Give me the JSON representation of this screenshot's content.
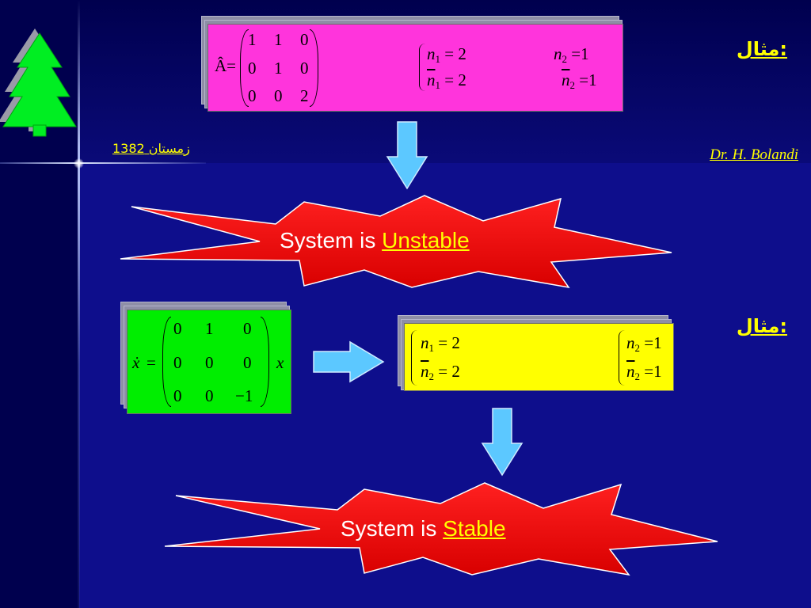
{
  "header": {
    "year_label": "زمستان 1382",
    "author": "Dr. H.  Bolandi",
    "example_label_1": "مثال:",
    "example_label_2": "مثال:"
  },
  "example1": {
    "matrix_symbol": "Â",
    "equals": "=",
    "matrix": [
      [
        "1",
        "1",
        "0"
      ],
      [
        "0",
        "1",
        "0"
      ],
      [
        "0",
        "0",
        "2"
      ]
    ],
    "counts": {
      "n1": "2",
      "n1_bar": "2",
      "n2": "1",
      "n2_bar": "1"
    },
    "result_prefix": "System is",
    "result_word": "Unstable"
  },
  "example2": {
    "lhs": "ẋ",
    "equals": "=",
    "rhs_var": "x",
    "matrix": [
      [
        "0",
        "1",
        "0"
      ],
      [
        "0",
        "0",
        "0"
      ],
      [
        "0",
        "0",
        "−1"
      ]
    ],
    "counts": {
      "n1": "2",
      "n2_bar_left": "2",
      "n2": "1",
      "n2_bar_right": "1"
    },
    "result_prefix": "System is",
    "result_word": "Stable"
  },
  "colors": {
    "background": "#0e0e8c",
    "pink_box": "#ff34dc",
    "green_box": "#00ee00",
    "yellow_box": "#ffff00",
    "arrow": "#5cc8ff",
    "star": "#ff1010",
    "accent_text": "#ffff00"
  },
  "icons": [
    "christmas-tree-icon",
    "down-arrow-icon",
    "right-arrow-icon",
    "starburst-shape"
  ]
}
